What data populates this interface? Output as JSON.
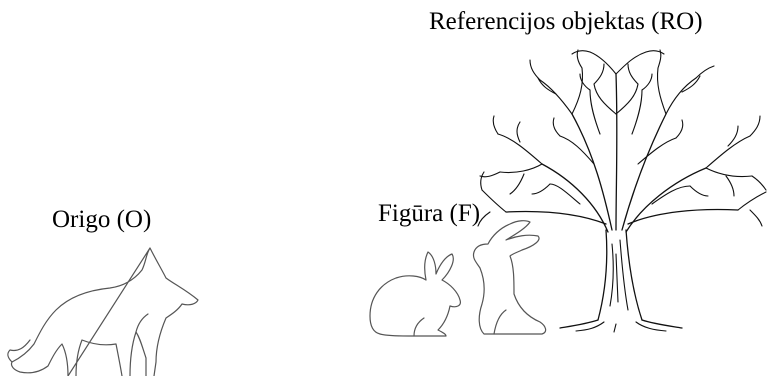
{
  "labels": {
    "reference_object": "Referencijos objektas (RO)",
    "origo": "Origo (O)",
    "figure": "Figūra (F)"
  },
  "figures": {
    "origo": "fox-silhouette",
    "figure": [
      "rabbit-silhouette-crouching",
      "rabbit-silhouette-sitting"
    ],
    "reference_object": "tree-drawing"
  },
  "colors": {
    "background": "#ffffff",
    "text": "#000000",
    "outline": "#555555",
    "tree": "#111111"
  }
}
